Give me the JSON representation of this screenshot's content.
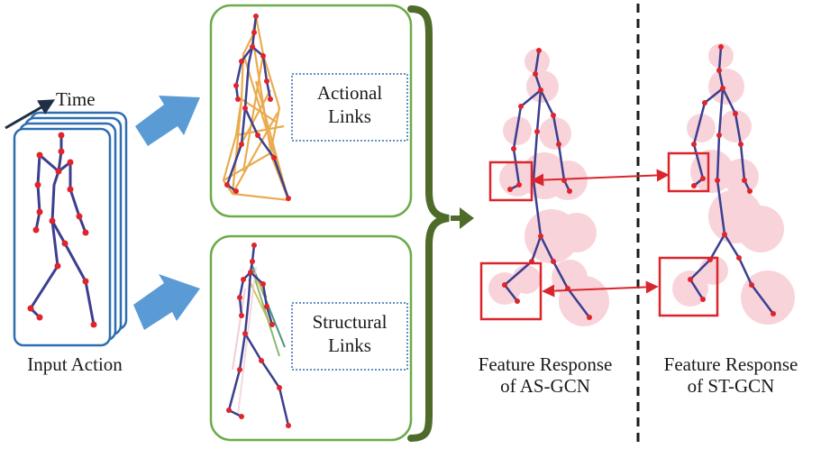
{
  "input": {
    "time_label": "Time",
    "caption": "Input Action"
  },
  "actional": {
    "line1": "Actional",
    "line2": "Links"
  },
  "structural": {
    "line1": "Structural",
    "line2": "Links"
  },
  "asgcn": {
    "line1": "Feature Response",
    "line2": "of AS-GCN"
  },
  "stgcn": {
    "line1": "Feature Response",
    "line2": "of ST-GCN"
  },
  "colors": {
    "skeleton_line": "#3b3f8f",
    "joint": "#e0242a",
    "frame_border": "#2e6db0",
    "panel_border": "#6cab4a",
    "brace": "#4e6b2a",
    "block_arrow": "#5b9bd5",
    "actional_link": "#e8a33c",
    "response_blob": "#f5b7c2",
    "highlight_box": "#d9262c",
    "divider": "#1a1a1a"
  }
}
